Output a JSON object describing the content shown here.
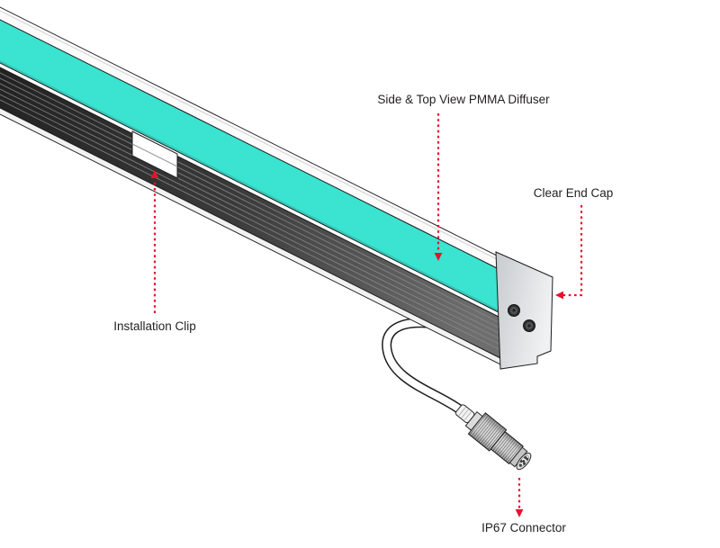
{
  "colors": {
    "accent": "#e8112d",
    "diffuser": "#3be3d1"
  },
  "annotations": {
    "diffuser": {
      "label": "Side & Top View PMMA Diffuser"
    },
    "end_cap": {
      "label": "Clear End Cap"
    },
    "clip": {
      "label": "Installation Clip"
    },
    "connector": {
      "label": "IP67 Connector"
    }
  }
}
